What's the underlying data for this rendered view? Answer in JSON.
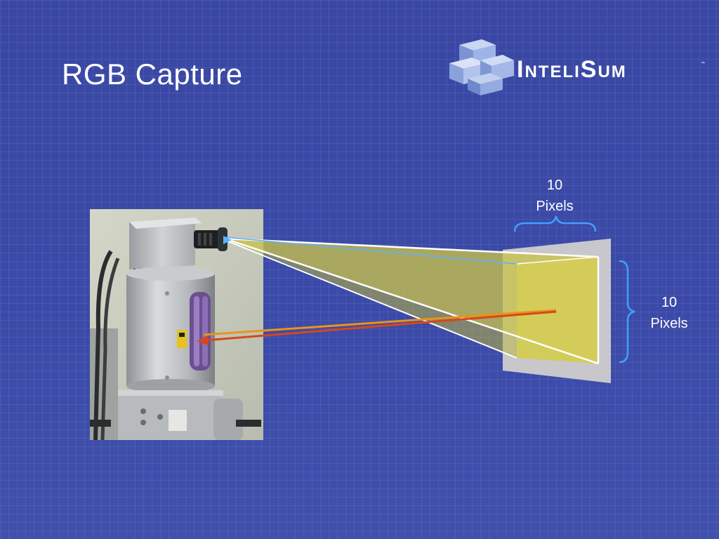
{
  "slide": {
    "title": "RGB Capture"
  },
  "logo": {
    "wordmark": "InteliSum",
    "trademark": "™"
  },
  "dimensions": {
    "top": {
      "value": "10",
      "unit": "Pixels"
    },
    "right": {
      "value": "10",
      "unit": "Pixels"
    }
  },
  "colors": {
    "background": "#3b4aa6",
    "frustum_fill": "#c8c24a",
    "target_panel": "#c8c8cc",
    "brace": "#3fa0ff",
    "laser": "#e85a1a",
    "laser_return": "#d6471c"
  }
}
